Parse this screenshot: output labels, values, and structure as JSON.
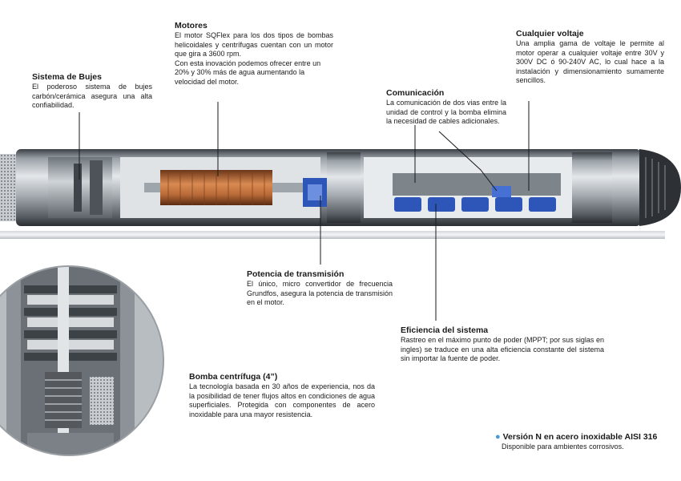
{
  "callouts": {
    "bujes": {
      "title": "Sistema de Bujes",
      "text": "El poderoso sistema de bujes carbón/cerámica asegura una alta confiabilidad."
    },
    "motores": {
      "title": "Motores",
      "text1": "El motor SQFlex para los dos tipos de bombas helicoidales y centrífugas cuentan con un motor que gira a 3600 rpm.",
      "text2": "Con esta inovación podemos ofrecer entre un 20% y 30% más de agua aumentando la velocidad del motor."
    },
    "voltaje": {
      "title": "Cualquier voltaje",
      "text": "Una amplia gama de voltaje le permite al motor operar a cualquier voltaje entre 30V y 300V DC ó 90-240V AC, lo cual hace a la instalación y dimensionamiento sumamente sencillos."
    },
    "comunicacion": {
      "title": "Comunicación",
      "text": "La comunicación de dos vias entre la unidad de control y la bomba elimina la necesidad de cables adicionales."
    },
    "transmision": {
      "title": "Potencia de transmisión",
      "text": "El único, micro convertidor de frecuencia Grundfos, asegura la potencia de transmisión en el motor."
    },
    "eficiencia": {
      "title": "Eficiencia del sistema",
      "text": "Rastreo en el máximo punto de poder (MPPT; por sus siglas en ingles) se traduce en una alta eficiencia constante del sistema sin importar la fuente de poder."
    },
    "bomba": {
      "title": "Bomba centrífuga (4”)",
      "text": "La tecnología basada en 30 años de experiencia, nos da la posibilidad de tener flujos altos en condiciones de agua superficiales. Protegida con componentes de acero inoxidable para una mayor resistencia."
    }
  },
  "note": {
    "title": "Versión N en acero inoxidable AISI 316",
    "text": "Disponible para ambientes corrosivos.",
    "bullet_color": "#4a9ad4"
  },
  "colors": {
    "steel": "#8a9096",
    "copper": "#b86a38",
    "electronics_blue": "#2e55b8",
    "leader": "#1a1a1a"
  }
}
